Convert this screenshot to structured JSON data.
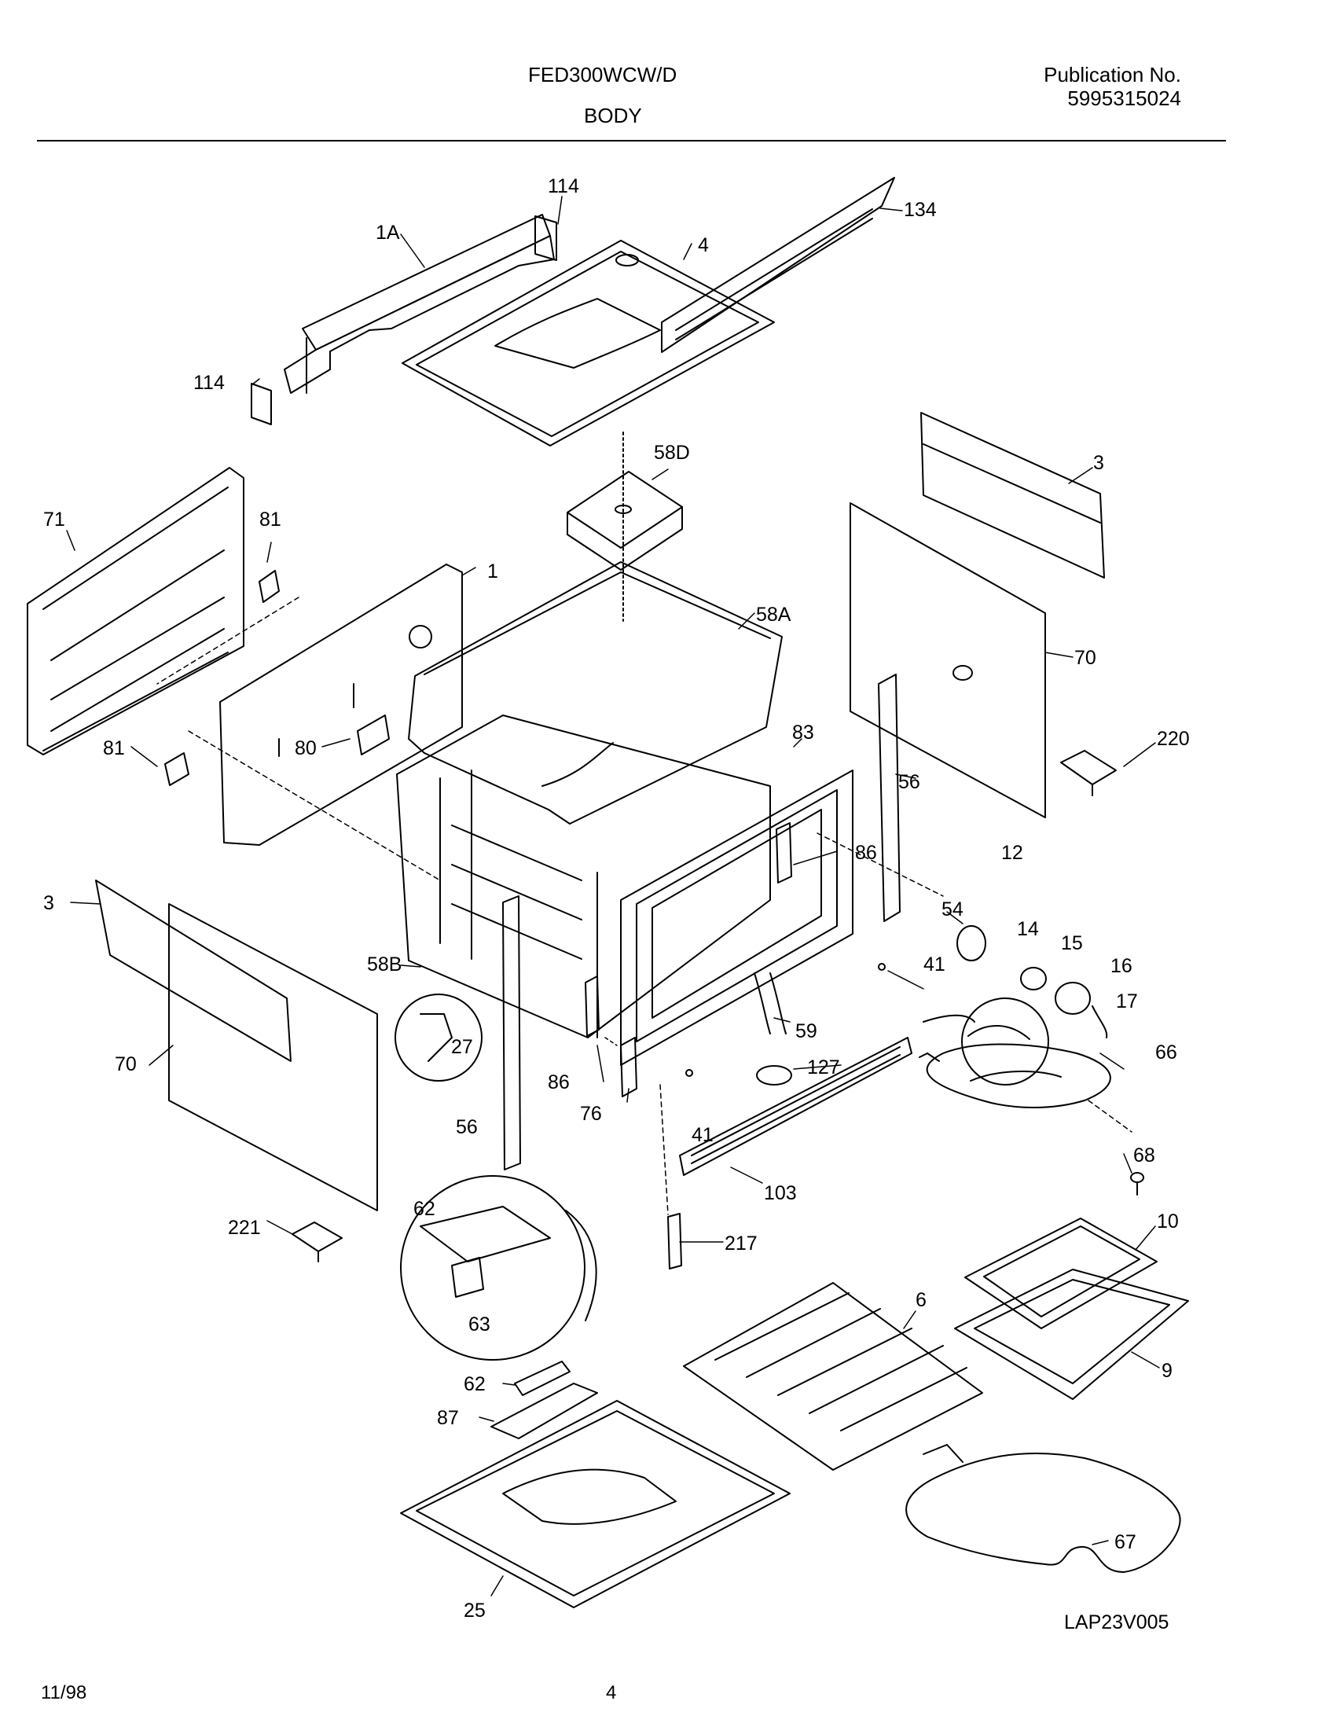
{
  "header": {
    "model": "FED300WCW/D",
    "section": "BODY",
    "publication_label": "Publication No.",
    "publication_number": "5995315024"
  },
  "callouts": {
    "c114a": "114",
    "c114b": "114",
    "c1A": "1A",
    "c4": "4",
    "c134": "134",
    "c58D": "58D",
    "c3a": "3",
    "c3b": "3",
    "c71": "71",
    "c81a": "81",
    "c81b": "81",
    "c1": "1",
    "c80": "80",
    "c58A": "58A",
    "c70a": "70",
    "c70b": "70",
    "c220": "220",
    "c56a": "56",
    "c56b": "56",
    "c83": "83",
    "c86a": "86",
    "c86b": "86",
    "c12": "12",
    "c54": "54",
    "c14": "14",
    "c15": "15",
    "c16": "16",
    "c17": "17",
    "c41a": "41",
    "c41b": "41",
    "c58B": "58B",
    "c27": "27",
    "c59": "59",
    "c127": "127",
    "c76": "76",
    "c66": "66",
    "c68": "68",
    "c103": "103",
    "c10": "10",
    "c217": "217",
    "c221": "221",
    "c62a": "62",
    "c62b": "62",
    "c63": "63",
    "c6": "6",
    "c9": "9",
    "c87": "87",
    "c67": "67",
    "c25": "25"
  },
  "drawing_code": "LAP23V005",
  "footer": {
    "date": "11/98",
    "page": "4"
  }
}
